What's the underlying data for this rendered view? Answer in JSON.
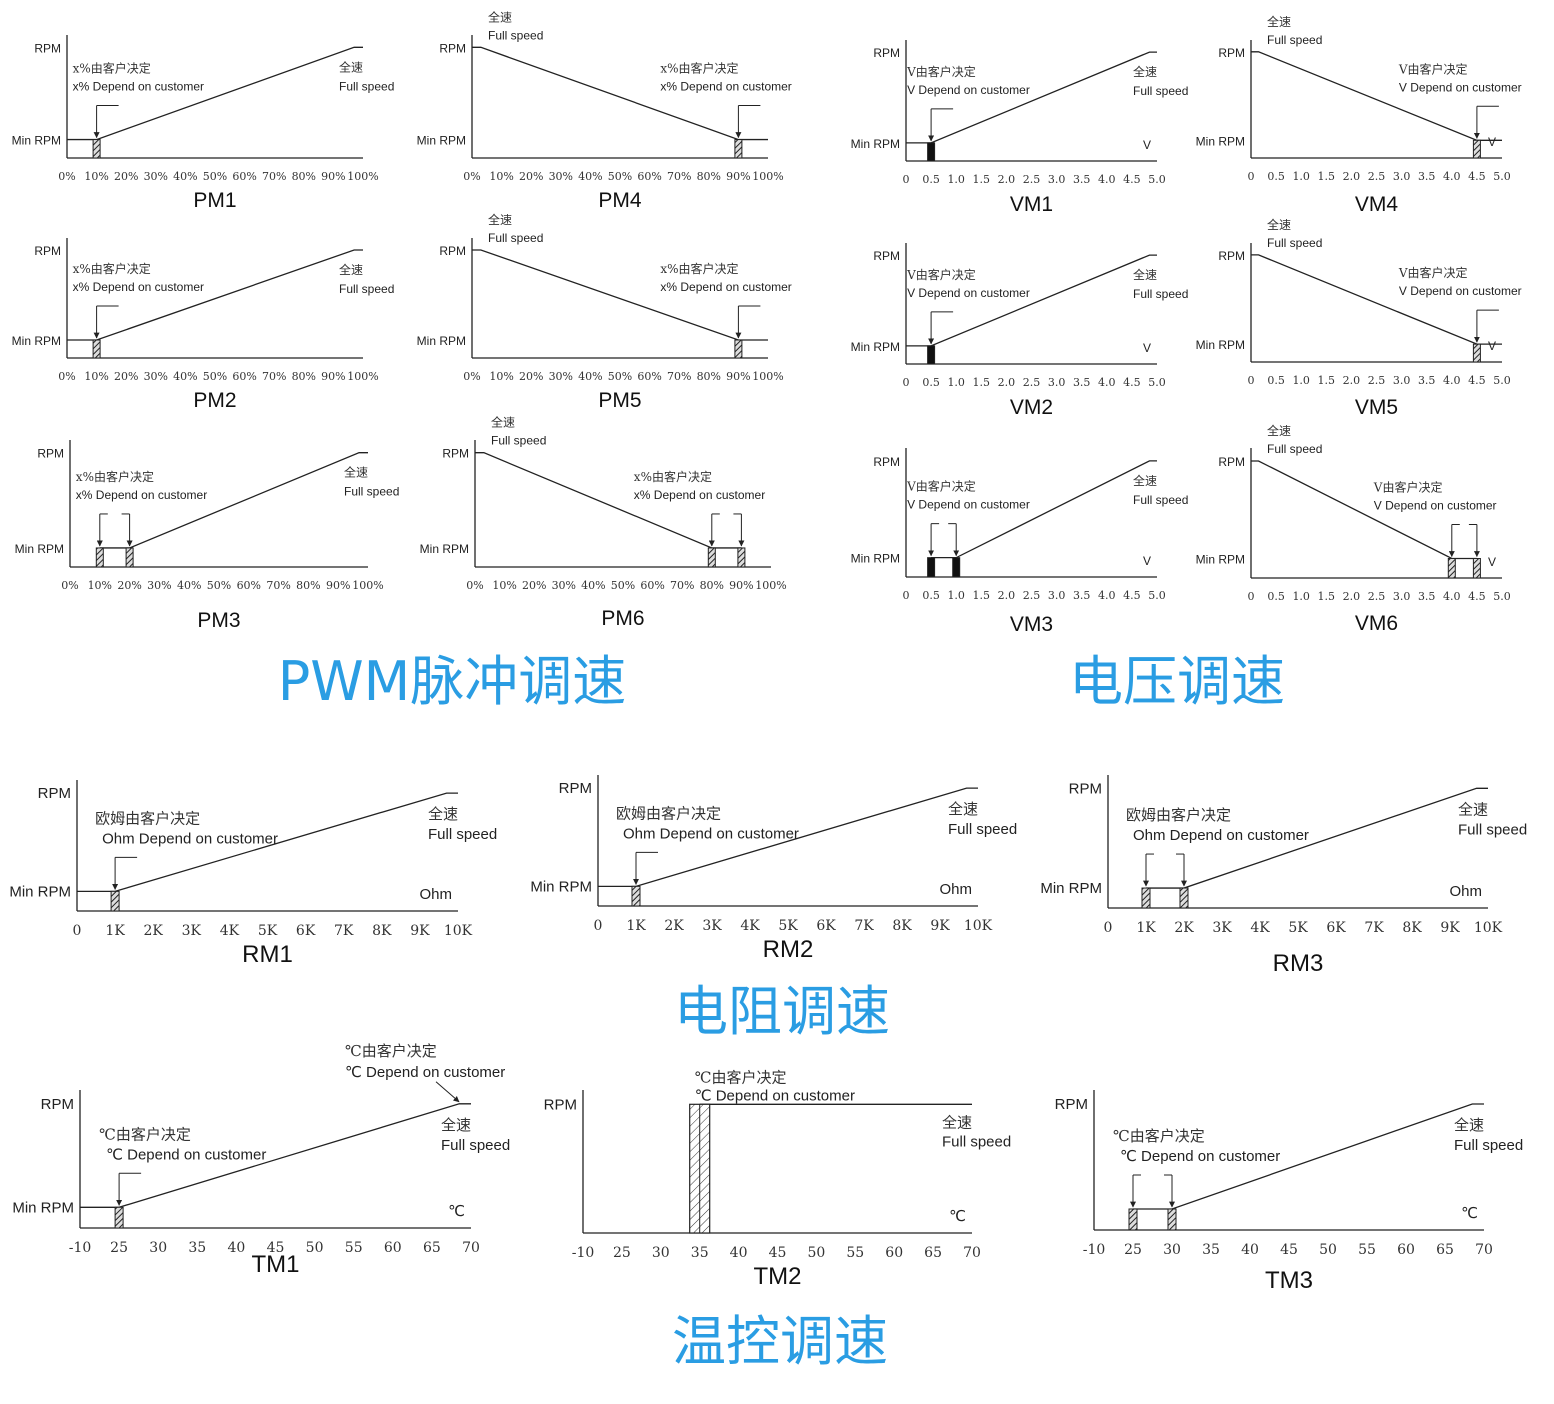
{
  "colors": {
    "heading": "#2a9de3",
    "line": "#222222"
  },
  "sections": [
    {
      "id": "pwm",
      "heading": "PWM脉冲调速"
    },
    {
      "id": "voltage",
      "heading": "电压调速"
    },
    {
      "id": "resistance",
      "heading": "电阻调速"
    },
    {
      "id": "temperature",
      "heading": "温控调速"
    }
  ],
  "tick_sets": {
    "percent": [
      "0%",
      "10%",
      "20%",
      "30%",
      "40%",
      "50%",
      "60%",
      "70%",
      "80%",
      "90%",
      "100%"
    ],
    "volt": [
      "0",
      "0.5",
      "1.0",
      "1.5",
      "2.0",
      "2.5",
      "3.0",
      "3.5",
      "4.0",
      "4.5",
      "5.0"
    ],
    "ohm": [
      "0",
      "1K",
      "2K",
      "3K",
      "4K",
      "5K",
      "6K",
      "7K",
      "8K",
      "9K",
      "10K"
    ],
    "temp": [
      "-10",
      "25",
      "30",
      "35",
      "40",
      "45",
      "50",
      "55",
      "60",
      "65",
      "70"
    ]
  },
  "charts": [
    {
      "id": "PM1",
      "title": "PM1",
      "ticks": "percent",
      "curve": "rising",
      "markers": [
        "10%"
      ],
      "annotation_cn": "x%由客户决定",
      "annotation_en": "x%  Depend on customer",
      "full_cn": "全速",
      "full_en": "Full speed",
      "y_label": "RPM",
      "min_label": "Min RPM",
      "unit": ""
    },
    {
      "id": "PM4",
      "title": "PM4",
      "ticks": "percent",
      "curve": "falling",
      "markers": [
        "90%"
      ],
      "annotation_cn": "x%由客户决定",
      "annotation_en": "x%  Depend on customer",
      "full_cn": "全速",
      "full_en": "Full speed",
      "y_label": "RPM",
      "min_label": "Min RPM",
      "unit": ""
    },
    {
      "id": "PM2",
      "title": "PM2",
      "ticks": "percent",
      "curve": "rising",
      "markers": [
        "10%"
      ],
      "annotation_cn": "x%由客户决定",
      "annotation_en": "x%  Depend on customer",
      "full_cn": "全速",
      "full_en": "Full speed",
      "y_label": "RPM",
      "min_label": "Min RPM",
      "unit": ""
    },
    {
      "id": "PM5",
      "title": "PM5",
      "ticks": "percent",
      "curve": "falling",
      "markers": [
        "90%"
      ],
      "annotation_cn": "x%由客户决定",
      "annotation_en": "x%  Depend on customer",
      "full_cn": "全速",
      "full_en": "Full speed",
      "y_label": "RPM",
      "min_label": "Min RPM",
      "unit": ""
    },
    {
      "id": "PM3",
      "title": "PM3",
      "ticks": "percent",
      "curve": "rising",
      "markers": [
        "10%",
        "20%"
      ],
      "annotation_cn": "x%由客户决定",
      "annotation_en": "x%  Depend on customer",
      "full_cn": "全速",
      "full_en": "Full speed",
      "y_label": "RPM",
      "min_label": "Min RPM",
      "unit": ""
    },
    {
      "id": "PM6",
      "title": "PM6",
      "ticks": "percent",
      "curve": "falling",
      "markers": [
        "80%",
        "90%"
      ],
      "annotation_cn": "x%由客户决定",
      "annotation_en": "x%  Depend on customer",
      "full_cn": "全速",
      "full_en": "Full speed",
      "y_label": "RPM",
      "min_label": "Min RPM",
      "unit": ""
    },
    {
      "id": "VM1",
      "title": "VM1",
      "ticks": "volt",
      "curve": "rising",
      "markers": [
        "0.5"
      ],
      "annotation_cn": "V由客户决定",
      "annotation_en": "V  Depend on customer",
      "full_cn": "全速",
      "full_en": "Full speed",
      "y_label": "RPM",
      "min_label": "Min RPM",
      "unit": "V"
    },
    {
      "id": "VM4",
      "title": "VM4",
      "ticks": "volt",
      "curve": "falling",
      "markers": [
        "4.5"
      ],
      "annotation_cn": "V由客户决定",
      "annotation_en": "V  Depend on customer",
      "full_cn": "全速",
      "full_en": "Full speed",
      "y_label": "RPM",
      "min_label": "Min RPM",
      "unit": "V"
    },
    {
      "id": "VM2",
      "title": "VM2",
      "ticks": "volt",
      "curve": "rising",
      "markers": [
        "0.5"
      ],
      "annotation_cn": "V由客户决定",
      "annotation_en": "V  Depend on customer",
      "full_cn": "全速",
      "full_en": "Full speed",
      "y_label": "RPM",
      "min_label": "Min RPM",
      "unit": "V"
    },
    {
      "id": "VM5",
      "title": "VM5",
      "ticks": "volt",
      "curve": "falling",
      "markers": [
        "4.5"
      ],
      "annotation_cn": "V由客户决定",
      "annotation_en": "V  Depend on customer",
      "full_cn": "全速",
      "full_en": "Full speed",
      "y_label": "RPM",
      "min_label": "Min RPM",
      "unit": "V"
    },
    {
      "id": "VM3",
      "title": "VM3",
      "ticks": "volt",
      "curve": "rising",
      "markers": [
        "0.5",
        "1.0"
      ],
      "annotation_cn": "V由客户决定",
      "annotation_en": "V  Depend on customer",
      "full_cn": "全速",
      "full_en": "Full speed",
      "y_label": "RPM",
      "min_label": "Min RPM",
      "unit": "V"
    },
    {
      "id": "VM6",
      "title": "VM6",
      "ticks": "volt",
      "curve": "falling",
      "markers": [
        "4.0",
        "4.5"
      ],
      "annotation_cn": "V由客户决定",
      "annotation_en": "V  Depend on customer",
      "full_cn": "全速",
      "full_en": "Full speed",
      "y_label": "RPM",
      "min_label": "Min RPM",
      "unit": "V"
    },
    {
      "id": "RM1",
      "title": "RM1",
      "ticks": "ohm",
      "curve": "rising",
      "markers": [
        "1K"
      ],
      "annotation_cn": "欧姆由客户决定",
      "annotation_en": "Ohm  Depend on customer",
      "full_cn": "全速",
      "full_en": "Full speed",
      "y_label": "RPM",
      "min_label": "Min RPM",
      "unit": "Ohm"
    },
    {
      "id": "RM2",
      "title": "RM2",
      "ticks": "ohm",
      "curve": "rising",
      "markers": [
        "1K"
      ],
      "annotation_cn": "欧姆由客户决定",
      "annotation_en": "Ohm  Depend on customer",
      "full_cn": "全速",
      "full_en": "Full speed",
      "y_label": "RPM",
      "min_label": "Min RPM",
      "unit": "Ohm"
    },
    {
      "id": "RM3",
      "title": "RM3",
      "ticks": "ohm",
      "curve": "rising",
      "markers": [
        "1K",
        "2K"
      ],
      "annotation_cn": "欧姆由客户决定",
      "annotation_en": "Ohm  Depend on customer",
      "full_cn": "全速",
      "full_en": "Full speed",
      "y_label": "RPM",
      "min_label": "Min RPM",
      "unit": "Ohm"
    },
    {
      "id": "TM1",
      "title": "TM1",
      "ticks": "temp",
      "curve": "rising",
      "markers": [
        "25"
      ],
      "annotation_cn": "℃由客户决定",
      "annotation_en": "℃  Depend on customer",
      "full_cn": "全速",
      "full_en": "Full speed",
      "y_label": "RPM",
      "min_label": "Min RPM",
      "unit": "℃",
      "top_annotation_cn": "℃由客户决定",
      "top_annotation_en": "℃  Depend on customer"
    },
    {
      "id": "TM2",
      "title": "TM2",
      "ticks": "temp",
      "curve": "step",
      "markers": [
        "35"
      ],
      "annotation_cn": "℃由客户决定",
      "annotation_en": "℃  Depend on customer",
      "full_cn": "全速",
      "full_en": "Full speed",
      "y_label": "RPM",
      "min_label": "",
      "unit": "℃"
    },
    {
      "id": "TM3",
      "title": "TM3",
      "ticks": "temp",
      "curve": "rising",
      "markers": [
        "25",
        "30"
      ],
      "annotation_cn": "℃由客户决定",
      "annotation_en": "℃  Depend on customer",
      "full_cn": "全速",
      "full_en": "Full speed",
      "y_label": "RPM",
      "min_label": "",
      "unit": "℃"
    }
  ]
}
